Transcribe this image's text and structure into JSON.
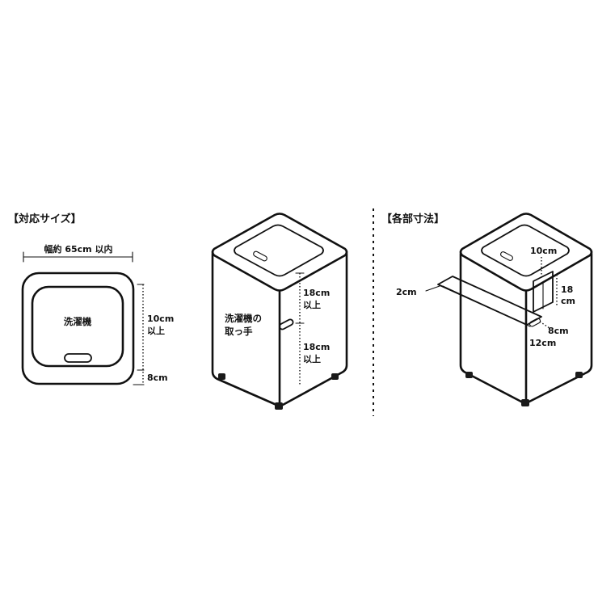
{
  "left_panel": {
    "heading": "【対応サイズ】",
    "width_label": "幅約 65cm 以内",
    "washer_label": "洗濯機",
    "clearance_line1": "10cm",
    "clearance_line2": "以上",
    "bottom_label": "8cm"
  },
  "middle_panel": {
    "handle_label_line1": "洗濯機の",
    "handle_label_line2": "取っ手",
    "upper_line1": "18cm",
    "upper_line2": "以上",
    "lower_line1": "18cm",
    "lower_line2": "以上"
  },
  "right_panel": {
    "heading": "【各部寸法】",
    "shelf_label": "2cm",
    "top_label": "10cm",
    "side_line1": "18",
    "side_line2": "cm",
    "depth_label": "8cm",
    "length_label": "12cm"
  },
  "colors": {
    "ink": "#111111",
    "background": "#ffffff"
  }
}
